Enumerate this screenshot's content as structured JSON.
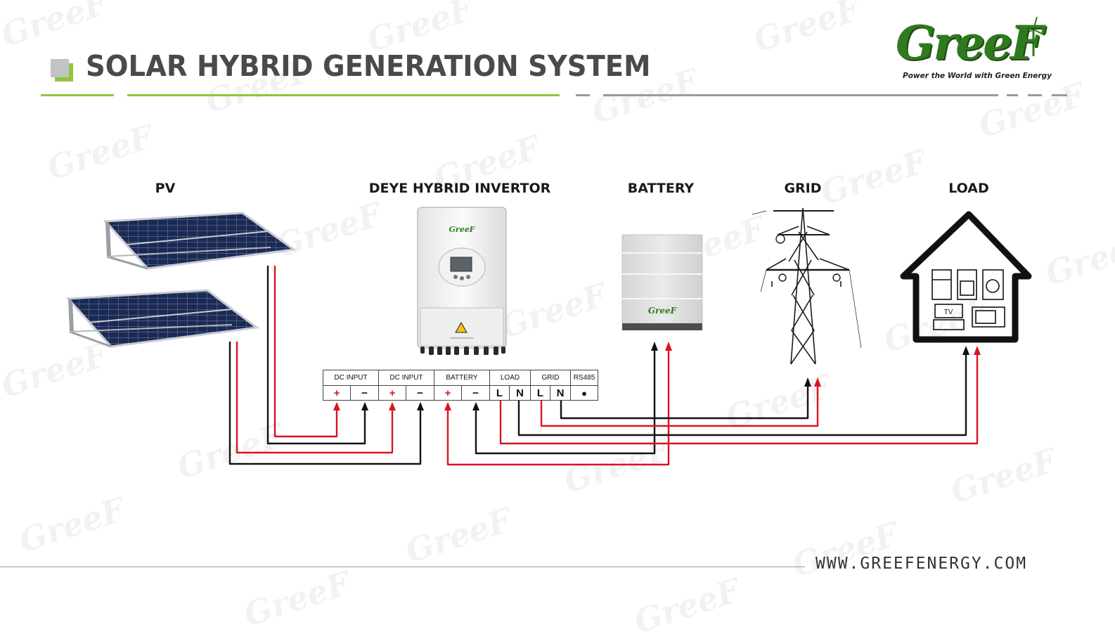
{
  "page": {
    "title": "SOLAR HYBRID GENERATION SYSTEM",
    "website": "WWW.GREEFENERGY.COM"
  },
  "logo": {
    "word": "GreeF",
    "tagline": "Power the World with Green Energy"
  },
  "colors": {
    "title_text": "#4a4a4a",
    "accent_green": "#8dc63f",
    "rule_gray": "#9a9a9a",
    "wire_red": "#d9141e",
    "wire_black": "#111111",
    "logo_green": "#2f7a1e"
  },
  "components": {
    "pv": {
      "label": "PV"
    },
    "inverter": {
      "label": "DEYE HYBRID INVERTOR",
      "brand": "GreeF"
    },
    "battery": {
      "label": "BATTERY",
      "brand": "GreeF"
    },
    "grid": {
      "label": "GRID"
    },
    "load": {
      "label": "LOAD",
      "tv": "TV"
    }
  },
  "terminals": {
    "groups": [
      {
        "label": "DC INPUT",
        "pins": [
          "+",
          "−"
        ]
      },
      {
        "label": "DC INPUT",
        "pins": [
          "+",
          "−"
        ]
      },
      {
        "label": "BATTERY",
        "pins": [
          "+",
          "−"
        ]
      },
      {
        "label": "LOAD",
        "pins": [
          "L",
          "N"
        ]
      },
      {
        "label": "GRID",
        "pins": [
          "L",
          "N"
        ]
      },
      {
        "label": "RS485",
        "pins": [
          "●"
        ]
      }
    ]
  },
  "watermark": {
    "text": "GreeF"
  }
}
